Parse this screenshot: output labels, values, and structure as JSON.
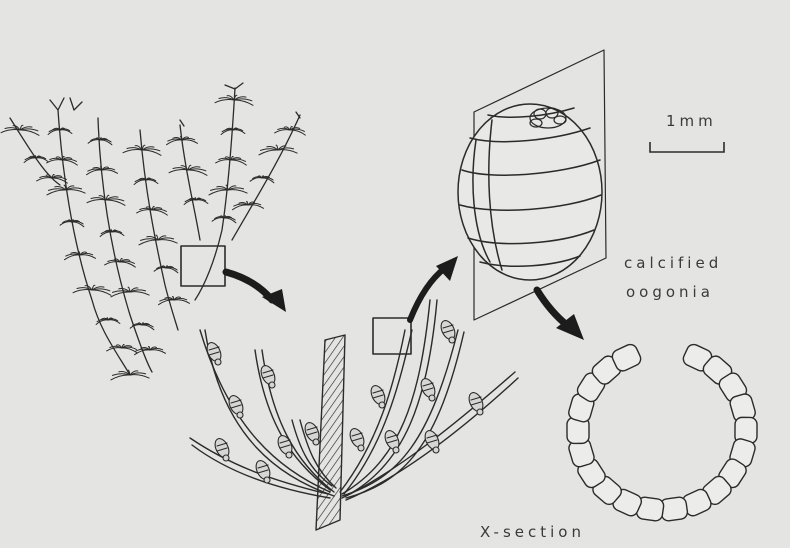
{
  "labels": {
    "scale": "1mm",
    "calcified_line1": "calcified",
    "calcified_line2": "oogonia",
    "xsection": "X-section"
  },
  "colors": {
    "background": "#e4e4e2",
    "ink": "#2b2b2b",
    "label": "#3a3a3a"
  }
}
